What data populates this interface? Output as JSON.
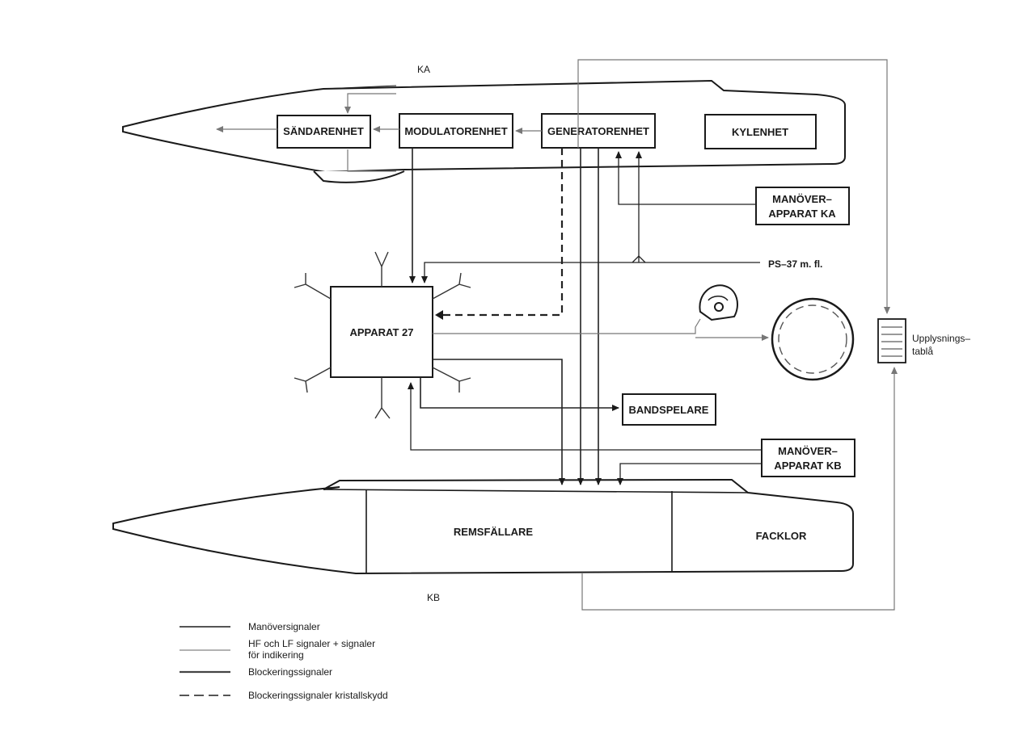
{
  "pods": {
    "ka": {
      "label": "KA",
      "units": [
        "SÄNDARENHET",
        "MODULATORENHET",
        "GENERATORENHET",
        "KYLENHET"
      ]
    },
    "kb": {
      "label": "KB",
      "sections": [
        "REMSFÄLLARE",
        "FACKLOR"
      ]
    }
  },
  "boxes": {
    "apparat27": "APPARAT 27",
    "bandspelare": "BANDSPELARE",
    "manover_ka": [
      "MANÖVER–",
      "APPARAT KA"
    ],
    "manover_kb": [
      "MANÖVER–",
      "APPARAT KB"
    ]
  },
  "external": {
    "ps37": "PS–37 m. fl.",
    "upplysningstabla": [
      "Upplysnings–",
      "tablå"
    ]
  },
  "legend": [
    {
      "style": "manover",
      "lines": [
        "Manöversignaler"
      ]
    },
    {
      "style": "hf",
      "lines": [
        "HF och LF  signaler + signaler",
        "för indikering"
      ]
    },
    {
      "style": "blockering",
      "lines": [
        "Blockeringssignaler"
      ]
    },
    {
      "style": "kristall",
      "lines": [
        "Blockeringssignaler kristallskydd"
      ]
    }
  ],
  "colors": {
    "ink": "#1a1a1a",
    "paper": "#ffffff",
    "hf_line": "#777777"
  }
}
